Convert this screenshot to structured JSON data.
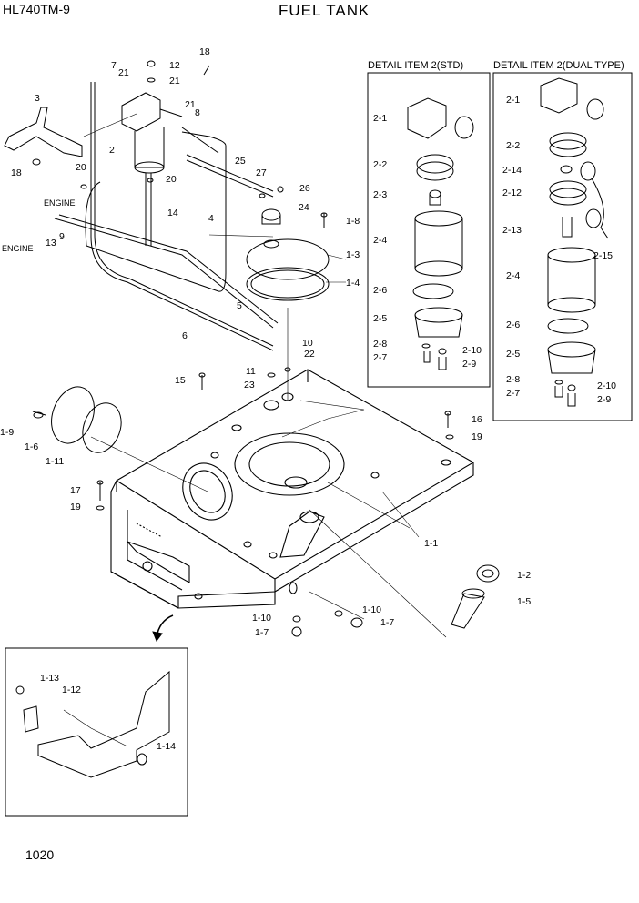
{
  "header": {
    "model": "HL740TM-9",
    "title": "FUEL TANK"
  },
  "page_number": "1020",
  "details": {
    "std_title": "DETAIL ITEM 2(STD)",
    "dual_title": "DETAIL ITEM 2(DUAL TYPE)"
  },
  "labels": [
    {
      "id": "l18a",
      "text": "18"
    },
    {
      "id": "l12",
      "text": "12"
    },
    {
      "id": "l7a",
      "text": "7"
    },
    {
      "id": "l21a",
      "text": "21"
    },
    {
      "id": "l21b",
      "text": "21"
    },
    {
      "id": "l3",
      "text": "3"
    },
    {
      "id": "l21c",
      "text": "21"
    },
    {
      "id": "l8",
      "text": "8"
    },
    {
      "id": "l2",
      "text": "2"
    },
    {
      "id": "l18b",
      "text": "18"
    },
    {
      "id": "l20a",
      "text": "20"
    },
    {
      "id": "l20b",
      "text": "20"
    },
    {
      "id": "l25",
      "text": "25"
    },
    {
      "id": "l27",
      "text": "27"
    },
    {
      "id": "l26",
      "text": "26"
    },
    {
      "id": "leng1",
      "text": "ENGINE"
    },
    {
      "id": "l14",
      "text": "14"
    },
    {
      "id": "l4",
      "text": "4"
    },
    {
      "id": "l24",
      "text": "24"
    },
    {
      "id": "l18c",
      "text": "1-8"
    },
    {
      "id": "l9",
      "text": "9"
    },
    {
      "id": "l13",
      "text": "13"
    },
    {
      "id": "leng2",
      "text": "ENGINE"
    },
    {
      "id": "l13b",
      "text": "1-3"
    },
    {
      "id": "l14b",
      "text": "1-4"
    },
    {
      "id": "l5",
      "text": "5"
    },
    {
      "id": "l6",
      "text": "6"
    },
    {
      "id": "l10",
      "text": "10"
    },
    {
      "id": "l22",
      "text": "22"
    },
    {
      "id": "l11",
      "text": "11"
    },
    {
      "id": "l23",
      "text": "23"
    },
    {
      "id": "l15",
      "text": "15"
    },
    {
      "id": "l19a",
      "text": "1-9"
    },
    {
      "id": "l16",
      "text": "1-6"
    },
    {
      "id": "l111",
      "text": "1-11"
    },
    {
      "id": "l16b",
      "text": "16"
    },
    {
      "id": "l19b",
      "text": "19"
    },
    {
      "id": "l17",
      "text": "17"
    },
    {
      "id": "l19c",
      "text": "19"
    },
    {
      "id": "l11a",
      "text": "1-1"
    },
    {
      "id": "l12b",
      "text": "1-2"
    },
    {
      "id": "l15b",
      "text": "1-5"
    },
    {
      "id": "l110a",
      "text": "1-10"
    },
    {
      "id": "l17b",
      "text": "1-7"
    },
    {
      "id": "l110b",
      "text": "1-10"
    },
    {
      "id": "l17c",
      "text": "1-7"
    },
    {
      "id": "l113",
      "text": "1-13"
    },
    {
      "id": "l112",
      "text": "1-12"
    },
    {
      "id": "l114",
      "text": "1-14"
    },
    {
      "id": "s21",
      "text": "2-1"
    },
    {
      "id": "s22",
      "text": "2-2"
    },
    {
      "id": "s23",
      "text": "2-3"
    },
    {
      "id": "s24",
      "text": "2-4"
    },
    {
      "id": "s26",
      "text": "2-6"
    },
    {
      "id": "s25",
      "text": "2-5"
    },
    {
      "id": "s28",
      "text": "2-8"
    },
    {
      "id": "s27",
      "text": "2-7"
    },
    {
      "id": "s210",
      "text": "2-10"
    },
    {
      "id": "s29",
      "text": "2-9"
    },
    {
      "id": "d21",
      "text": "2-1"
    },
    {
      "id": "d22",
      "text": "2-2"
    },
    {
      "id": "d214",
      "text": "2-14"
    },
    {
      "id": "d212",
      "text": "2-12"
    },
    {
      "id": "d213",
      "text": "2-13"
    },
    {
      "id": "d215",
      "text": "2-15"
    },
    {
      "id": "d24",
      "text": "2-4"
    },
    {
      "id": "d26",
      "text": "2-6"
    },
    {
      "id": "d25",
      "text": "2-5"
    },
    {
      "id": "d28",
      "text": "2-8"
    },
    {
      "id": "d27",
      "text": "2-7"
    },
    {
      "id": "d210",
      "text": "2-10"
    },
    {
      "id": "d29",
      "text": "2-9"
    }
  ]
}
